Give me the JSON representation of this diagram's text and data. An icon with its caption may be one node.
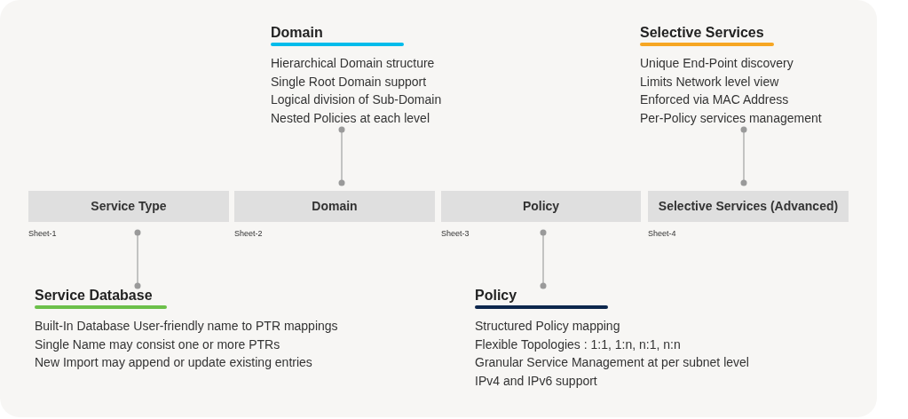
{
  "diagram": {
    "nodes": [
      {
        "text": [
          "Service Type"
        ],
        "beside": [
          "Sheet-1"
        ]
      },
      {
        "text": [
          "Domain"
        ],
        "beside": [
          "Sheet-2"
        ]
      },
      {
        "text": [
          "Policy"
        ],
        "beside": [
          "Sheet-3"
        ]
      },
      {
        "text": [
          "Selective Services (Advanced)"
        ],
        "beside": [
          "Sheet-4"
        ]
      },
      {
        "text": [
          "Domain",
          "Hierarchical Domain structure",
          "Single Root Domain support",
          "Logical division of Sub-Domain",
          "Nested Policies at each level"
        ]
      },
      {
        "text": [
          "Selective Services",
          "Unique End-Point discovery",
          "Limits Network level view",
          "Enforced via MAC Address",
          "Per-Policy services management"
        ]
      },
      {
        "text": [
          "Service Database",
          "Built-In Database User-friendly name to PTR mappings",
          "Single Name may consist one or more PTRs",
          "New Import may append or update existing entries"
        ]
      },
      {
        "text": [
          "Policy",
          "Structured Policy mapping",
          "Flexible Topologies : 1:1, 1:n, n:1, n:n",
          "Granular Service Management at per subnet level",
          "IPv4 and IPv6 support"
        ]
      }
    ],
    "edges": [
      {
        "from": 1,
        "to": 4,
        "arrow": "other"
      },
      {
        "from": 3,
        "to": 5,
        "arrow": "other"
      },
      {
        "from": 0,
        "to": 6,
        "arrow": "other"
      },
      {
        "from": 2,
        "to": 7,
        "arrow": "other"
      }
    ]
  }
}
